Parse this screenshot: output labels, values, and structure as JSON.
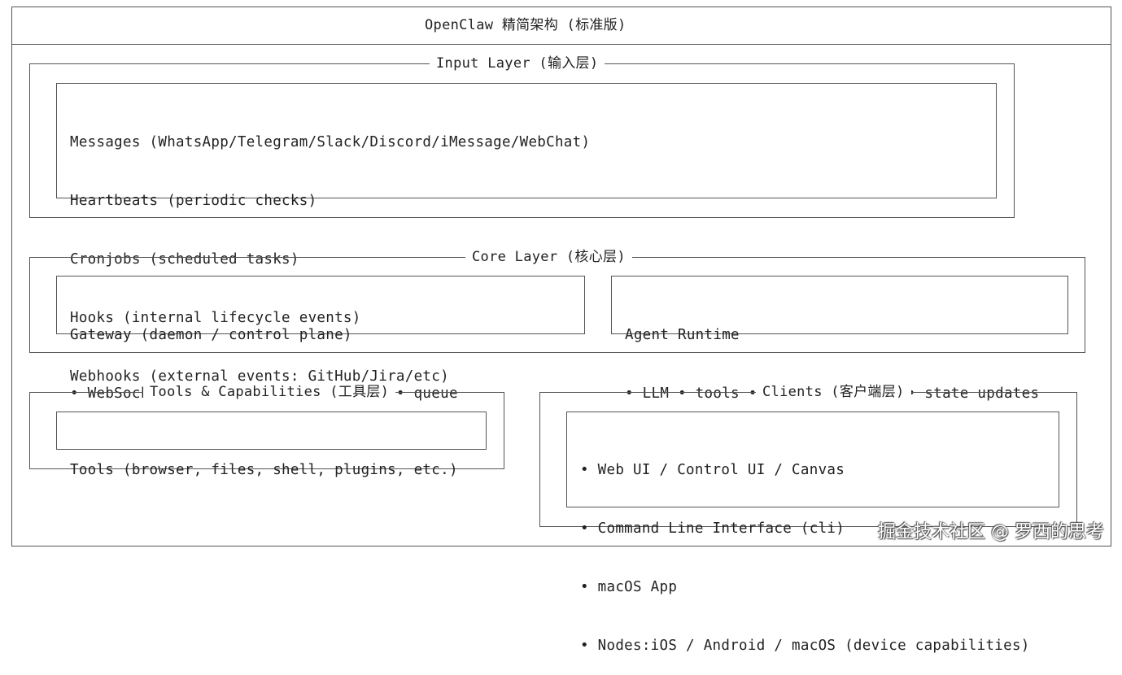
{
  "title": "OpenClaw 精简架构 (标准版)",
  "input_layer": {
    "title": "Input Layer (输入层)",
    "items": [
      "Messages (WhatsApp/Telegram/Slack/Discord/iMessage/WebChat)",
      "Heartbeats (periodic checks)",
      "Cronjobs (scheduled tasks)",
      "Hooks (internal lifecycle events)",
      "Webhooks (external events: GitHub/Jira/etc)"
    ]
  },
  "core_layer": {
    "title": "Core Layer (核心层)",
    "gateway": {
      "name": "Gateway (daemon / control plane)",
      "features": "• WebSocket API • routing • sessions • queue"
    },
    "agent_runtime": {
      "name": "Agent Runtime",
      "features": "• LLM • tools • memory • search • state updates"
    }
  },
  "tools_layer": {
    "title": "Tools & Capabilities (工具层)",
    "items": [
      "Tools (browser, files, shell, plugins, etc.)"
    ]
  },
  "clients_layer": {
    "title": "Clients (客户端层)",
    "items": [
      "• Web UI / Control UI / Canvas",
      "• Command Line Interface (cli)",
      "• macOS App",
      "• Nodes:iOS / Android / macOS (device capabilities)"
    ]
  },
  "watermark": "掘金技术社区 @ 罗西的思考"
}
